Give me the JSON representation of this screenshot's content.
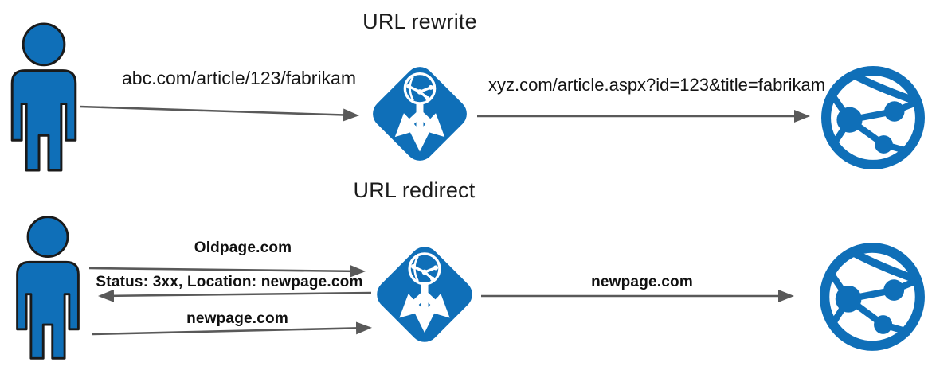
{
  "sections": {
    "rewrite": {
      "title": "URL rewrite",
      "client_request": "abc.com/article/123/fabrikam",
      "rewritten_request": "xyz.com/article.aspx?id=123&title=fabrikam"
    },
    "redirect": {
      "title": "URL redirect",
      "initial_request": "Oldpage.com",
      "redirect_response": "Status: 3xx, Location: newpage.com",
      "new_request": "newpage.com",
      "forwarded_request": "newpage.com"
    }
  },
  "icons": {
    "user": "user-icon",
    "gateway": "application-gateway-icon",
    "web_app": "web-app-globe-icon"
  },
  "colors": {
    "azure_blue": "#0f6fb8",
    "icon_outline": "#1a1a1a",
    "arrow_gray": "#595959",
    "text": "#141414"
  }
}
